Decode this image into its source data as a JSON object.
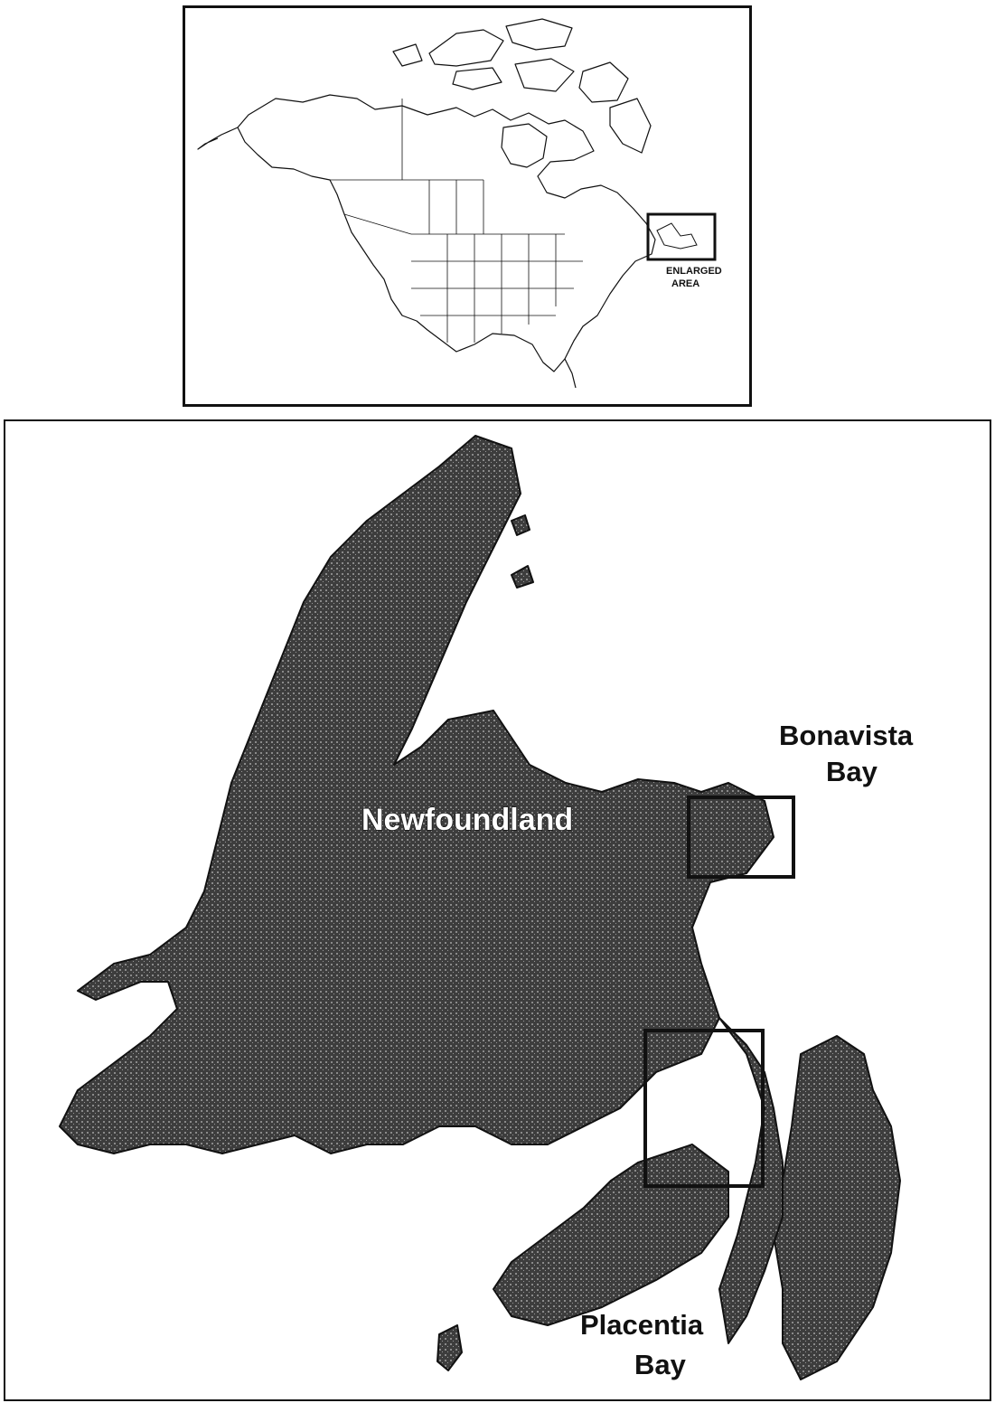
{
  "inset_map": {
    "enlarged_area_label_line1": "ENLARGED",
    "enlarged_area_label_line2": "AREA"
  },
  "main_map": {
    "island_label": "Newfoundland",
    "bays": [
      {
        "line1": "Bonavista",
        "line2": "Bay"
      },
      {
        "line1": "Placentia",
        "line2": "Bay"
      }
    ]
  },
  "colors": {
    "land_fill": "#4a4a4a",
    "outline": "#111111",
    "background": "#ffffff"
  }
}
